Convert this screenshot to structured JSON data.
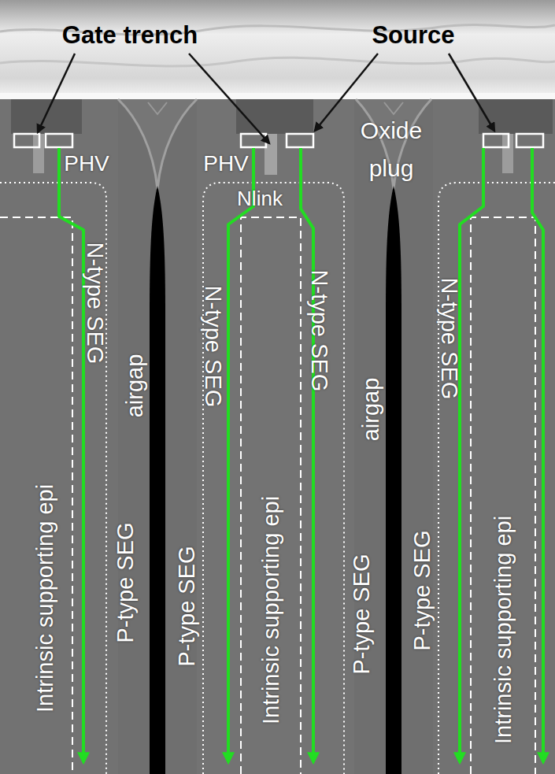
{
  "diagram": {
    "labels": [
      "Gate trench",
      "Source",
      "PHV",
      "PHV",
      "Nlink",
      "Oxide plug",
      "Intrinsic supporting epi",
      "Intrinsic supporting epi",
      "Intrinsic supporting epi",
      "N-type SEG",
      "N-type SEG",
      "N-type SEG",
      "N-type SEG",
      "P-type SEG",
      "P-type SEG",
      "P-type SEG",
      "P-type SEG",
      "airgap",
      "airgap"
    ]
  }
}
